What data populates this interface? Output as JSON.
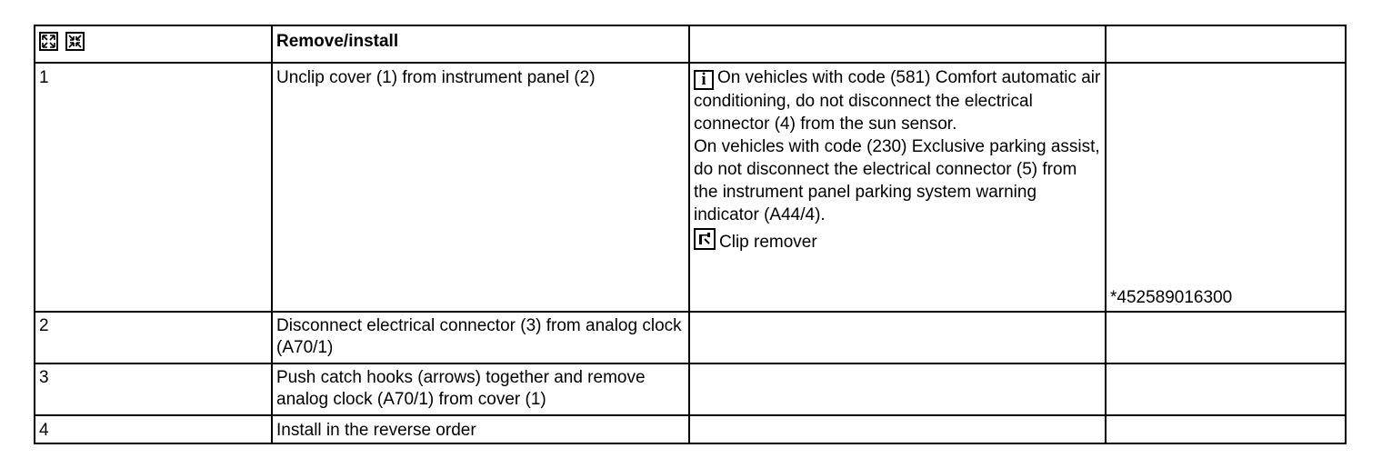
{
  "header": {
    "title": "Remove/install"
  },
  "steps": [
    {
      "number": "1",
      "action": "Unclip cover (1) from instrument panel (2)",
      "notes": [
        "On vehicles with code (581) Comfort automatic air conditioning, do not disconnect the electrical connector (4) from the sun sensor.",
        "On vehicles with code (230) Exclusive parking assist, do not disconnect the electrical connector (5) from the instrument panel parking system warning indicator (A44/4)."
      ],
      "tool": "Clip remover",
      "part_number": "*452589016300"
    },
    {
      "number": "2",
      "action": "Disconnect electrical connector (3) from analog clock (A70/1)"
    },
    {
      "number": "3",
      "action": "Push catch hooks (arrows) together and remove analog clock (A70/1) from cover (1)"
    },
    {
      "number": "4",
      "action": "Install in the reverse order"
    }
  ],
  "icons": {
    "expand": "expand-icon",
    "collapse": "collapse-icon",
    "note": "info-icon",
    "tool": "tool-icon"
  }
}
